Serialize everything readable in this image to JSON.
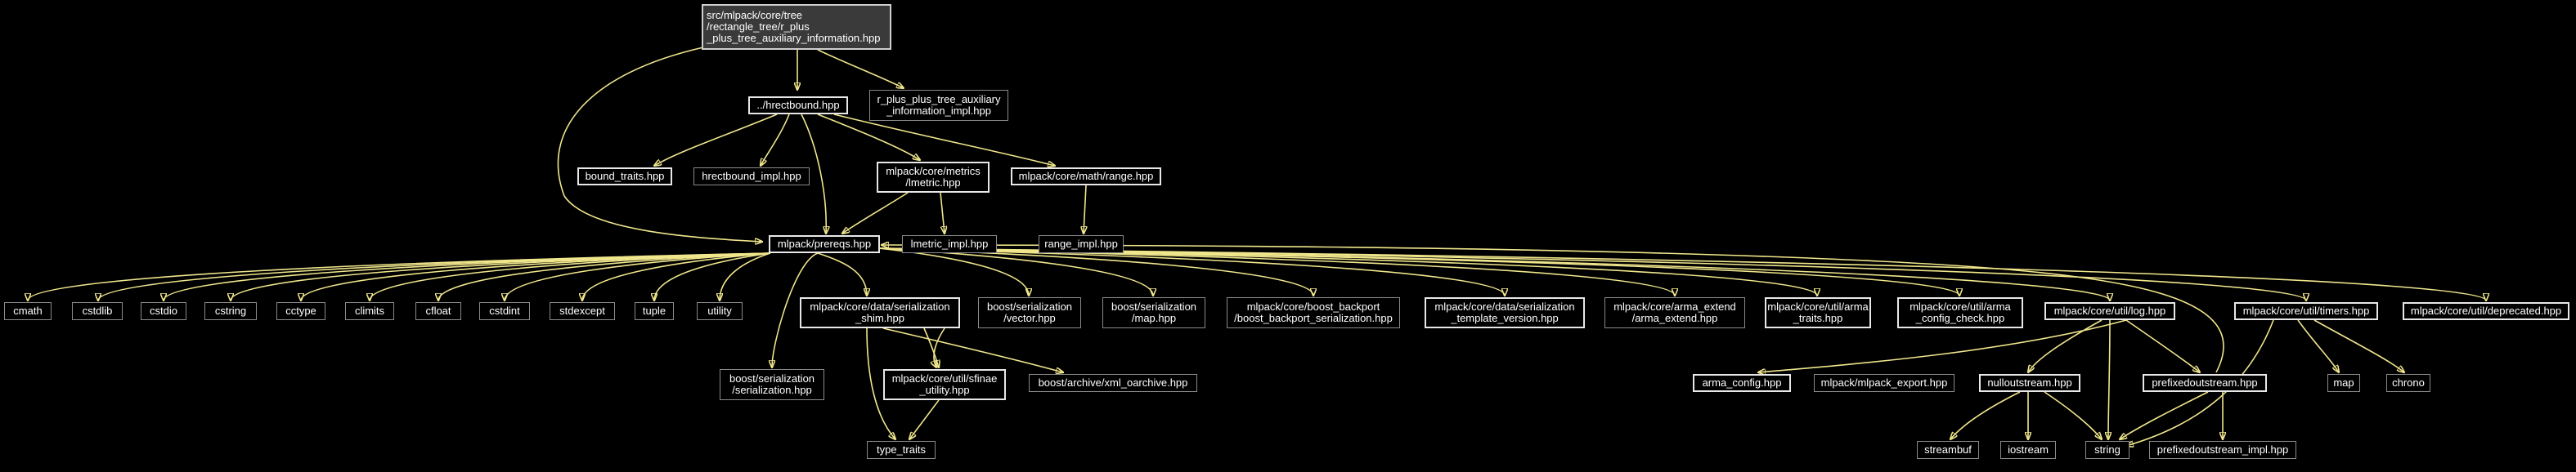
{
  "nodes": {
    "root": "src/mlpack/core/tree\n/rectangle_tree/r_plus\n_plus_tree_auxiliary_information.hpp",
    "hrectbound": "../hrectbound.hpp",
    "rppimpl": "r_plus_plus_tree_auxiliary\n_information_impl.hpp",
    "bound_traits": "bound_traits.hpp",
    "hrectbound_impl": "hrectbound_impl.hpp",
    "lmetric": "mlpack/core/metrics\n/lmetric.hpp",
    "range": "mlpack/core/math/range.hpp",
    "prereqs": "mlpack/prereqs.hpp",
    "lmetric_impl": "lmetric_impl.hpp",
    "range_impl": "range_impl.hpp",
    "cmath": "cmath",
    "cstdlib": "cstdlib",
    "cstdio": "cstdio",
    "cstring": "cstring",
    "cctype": "cctype",
    "climits": "climits",
    "cfloat": "cfloat",
    "cstdint": "cstdint",
    "stdexcept": "stdexcept",
    "tuple": "tuple",
    "utility": "utility",
    "ser_shim": "mlpack/core/data/serialization\n_shim.hpp",
    "boost_vector": "boost/serialization\n/vector.hpp",
    "boost_map": "boost/serialization\n/map.hpp",
    "backport": "mlpack/core/boost_backport\n/boost_backport_serialization.hpp",
    "tmpl_version": "mlpack/core/data/serialization\n_template_version.hpp",
    "arma_extend": "mlpack/core/arma_extend\n/arma_extend.hpp",
    "arma_traits": "mlpack/core/util/arma\n_traits.hpp",
    "arma_config_check": "mlpack/core/util/arma\n_config_check.hpp",
    "log": "mlpack/core/util/log.hpp",
    "timers": "mlpack/core/util/timers.hpp",
    "deprecated": "mlpack/core/util/deprecated.hpp",
    "boost_ser": "boost/serialization\n/serialization.hpp",
    "sfinae": "mlpack/core/util/sfinae\n_utility.hpp",
    "xml": "boost/archive/xml_oarchive.hpp",
    "type_traits": "type_traits",
    "arma_config": "arma_config.hpp",
    "mlpack_export": "mlpack/mlpack_export.hpp",
    "nulloutstream": "nulloutstream.hpp",
    "prefixed": "prefixedoutstream.hpp",
    "map": "map",
    "chrono": "chrono",
    "streambuf": "streambuf",
    "iostream": "iostream",
    "string": "string",
    "prefixed_impl": "prefixedoutstream_impl.hpp"
  }
}
